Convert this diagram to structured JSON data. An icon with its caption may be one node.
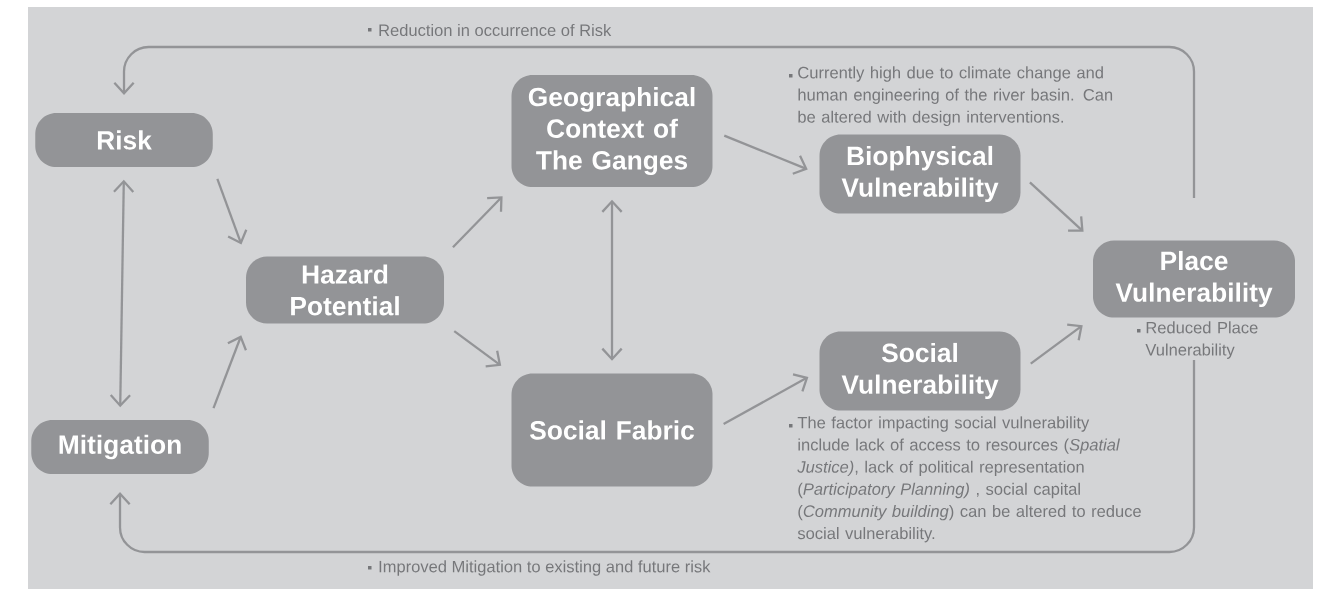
{
  "diagram": {
    "nodes": [
      {
        "text": [
          "Risk"
        ]
      },
      {
        "text": [
          "Mitigation"
        ]
      },
      {
        "text": [
          "Hazard Potential"
        ]
      },
      {
        "text": [
          "Geographical Context of The Ganges"
        ]
      },
      {
        "text": [
          "Social Fabric"
        ]
      },
      {
        "text": [
          "Biophysical Vulnerability"
        ],
        "beside": [
          "Currently high due to climate change and human engineering of the river basin. Can be altered with design interventions."
        ]
      },
      {
        "text": [
          "Social Vulnerability"
        ],
        "beside": [
          "The factor impacting social vulnerability include lack of access to resources (*Spatial Justice)*, lack of political representation (*Participatory Planning)* , social capital (*Community building*) can be altered to reduce social vulnerability."
        ]
      },
      {
        "text": [
          "Place Vulnerability"
        ],
        "beside": [
          "Reduced Place Vulnerability"
        ]
      }
    ],
    "edges": [
      {
        "from": 0,
        "to": 2,
        "arrow": "to"
      },
      {
        "from": 1,
        "to": 2,
        "arrow": "to"
      },
      {
        "from": 0,
        "to": 1,
        "arrow": "both"
      },
      {
        "from": 2,
        "to": 3,
        "arrow": "to"
      },
      {
        "from": 2,
        "to": 4,
        "arrow": "to"
      },
      {
        "from": 3,
        "to": 4,
        "arrow": "both"
      },
      {
        "from": 3,
        "to": 5,
        "arrow": "to"
      },
      {
        "from": 4,
        "to": 6,
        "arrow": "to"
      },
      {
        "from": 5,
        "to": 7,
        "arrow": "to"
      },
      {
        "from": 6,
        "to": 7,
        "arrow": "to"
      },
      {
        "from": 7,
        "to": 0,
        "arrow": "to",
        "label": "Reduction in occurrence of Risk"
      },
      {
        "from": 7,
        "to": 1,
        "arrow": "to",
        "label": "Improved Mitigation to existing and future risk"
      }
    ]
  }
}
